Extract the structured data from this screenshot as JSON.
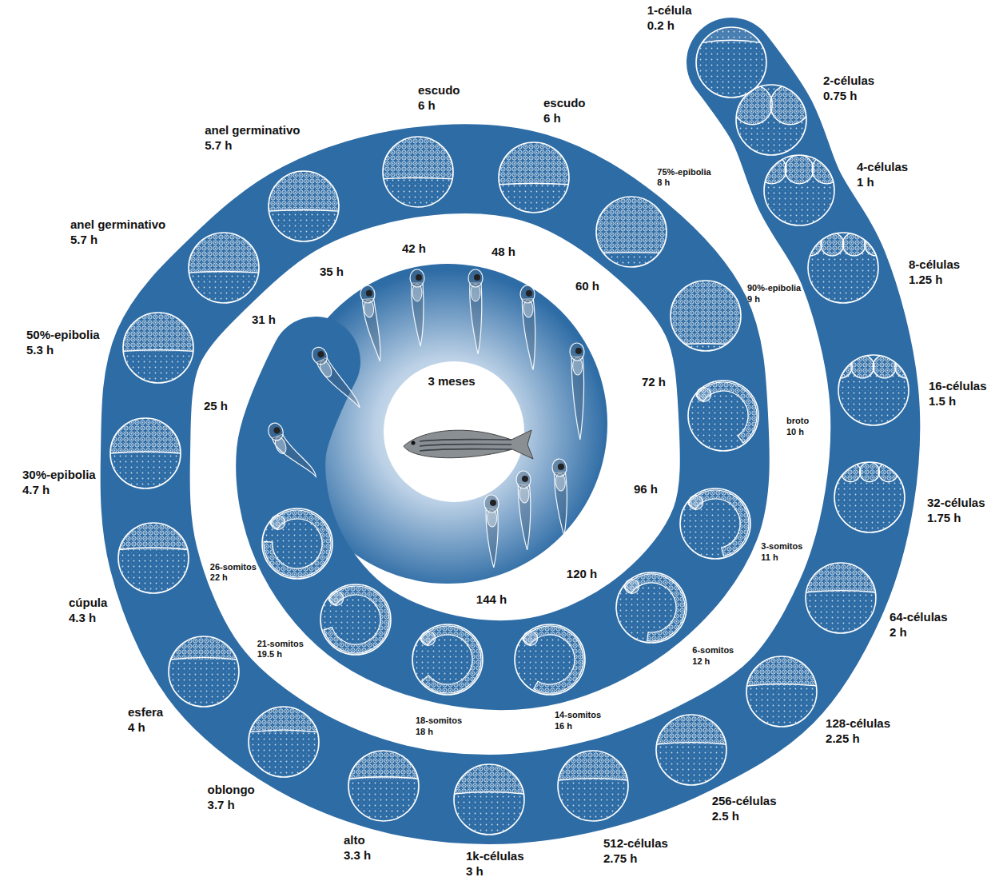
{
  "diagram": {
    "labels": [
      "1-célula",
      "0.2 h",
      "2-células",
      "0.75 h",
      "4-células",
      "1 h",
      "8-células",
      "1.25 h",
      "16-células",
      "1.5 h",
      "32-células",
      "1.75 h",
      "64-células",
      "2 h",
      "128-células",
      "2.25 h",
      "256-células",
      "2.5 h",
      "512-células",
      "2.75 h",
      "1k-células",
      "3 h",
      "alto",
      "3.3 h",
      "oblongo",
      "3.7 h",
      "esfera",
      "4 h",
      "cúpula",
      "4.3 h",
      "30%-epibolia",
      "4.7 h",
      "50%-epibolia",
      "5.3 h",
      "anel germinativo",
      "5.7 h",
      "anel germinativo",
      "5.7 h",
      "escudo",
      "6 h",
      "escudo",
      "6 h",
      "75%-epibolia",
      "8 h",
      "90%-epibolia",
      "9 h",
      "broto",
      "10 h",
      "3-somitos",
      "11 h",
      "6-somitos",
      "12 h",
      "14-somitos",
      "16 h",
      "18-somitos",
      "18 h",
      "21-somitos",
      "19.5 h",
      "26-somitos",
      "22 h",
      "25 h",
      "31 h",
      "35 h",
      "42 h",
      "48 h",
      "60 h",
      "72 h",
      "96 h",
      "120 h",
      "144 h",
      "3 meses"
    ]
  }
}
